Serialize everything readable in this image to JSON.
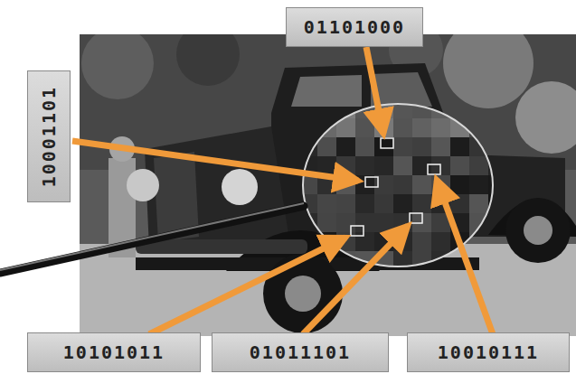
{
  "diagram": {
    "nodes": [
      {
        "text": [
          "01101000"
        ]
      },
      {
        "text": [
          "10001101"
        ]
      },
      {
        "text": [
          "10101011"
        ]
      },
      {
        "text": [
          "01011101"
        ]
      },
      {
        "text": [
          "10010111"
        ]
      }
    ]
  }
}
